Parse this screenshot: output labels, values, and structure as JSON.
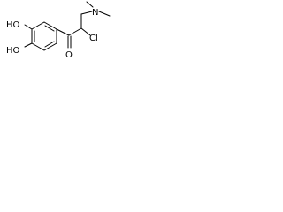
{
  "molecule": {
    "atoms": {
      "oh_upper": "HO",
      "oh_lower": "HO",
      "carbonyl_oxygen": "O",
      "nitrogen": "N",
      "chlorine": "Cl"
    }
  }
}
